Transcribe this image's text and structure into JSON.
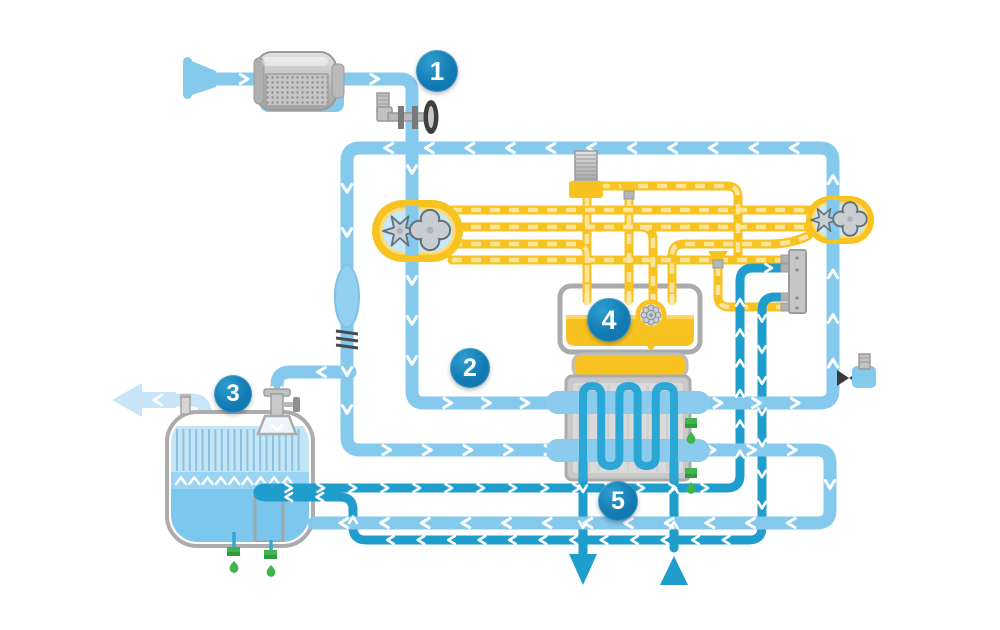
{
  "diagram": {
    "title": "engine-air-oil-cooling-flow-diagram",
    "badges": [
      {
        "id": "badge-1",
        "label": "1"
      },
      {
        "id": "badge-2",
        "label": "2"
      },
      {
        "id": "badge-3",
        "label": "3"
      },
      {
        "id": "badge-4",
        "label": "4"
      },
      {
        "id": "badge-5",
        "label": "5"
      }
    ],
    "colors": {
      "air_pipe": "#85C9EC",
      "water_pipe": "#1F9DCD",
      "coil_pipe": "#2BA7D6",
      "oil_pipe": "#F8C321",
      "oil_dash": "#FBE59E",
      "pale_exhaust": "#C8E6F7",
      "component_gray": "#C9C9C9",
      "badge_blue": "#127BB3",
      "drip_green": "#3FB54E"
    },
    "components": [
      "air-intake-horn",
      "intake-silencer-filter",
      "shutoff-valve",
      "gear-pump-left",
      "gear-pump-right",
      "oil-pressure-filter",
      "oil-funnel-nozzle",
      "oil-spray-nozzle",
      "sample-manifold",
      "oil-sump-tank",
      "oil-cooler-heat-exchanger",
      "cooling-coil",
      "condensate-tank",
      "relief-diffuser",
      "vent-valve",
      "drain-valves",
      "overboard-discharge-arrow",
      "seawater-inlet-arrow",
      "exhaust-outlet-arrow"
    ]
  }
}
